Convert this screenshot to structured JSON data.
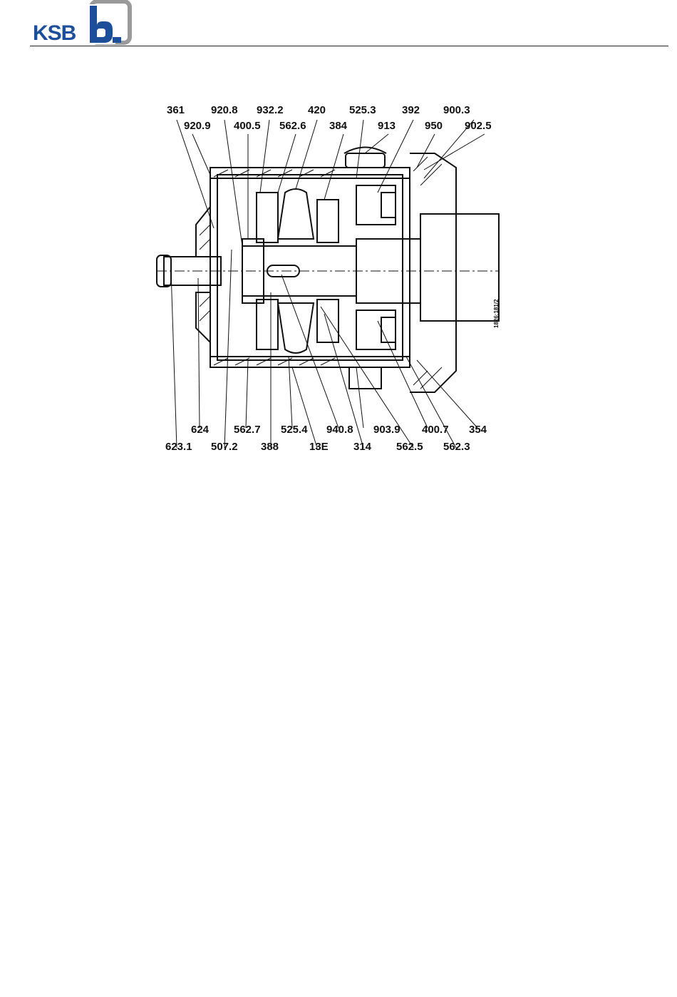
{
  "header": {
    "brand_text": "KSB",
    "brand_color": "#1c4e9a",
    "mark_gray": "#9a9a9a"
  },
  "figure": {
    "drawing_code": "1826:181/2",
    "labels_top_row1": [
      "361",
      "920.8",
      "932.2",
      "420",
      "525.3",
      "392",
      "900.3"
    ],
    "labels_top_row2": [
      "920.9",
      "400.5",
      "562.6",
      "384",
      "913",
      "950",
      "902.5"
    ],
    "labels_bottom_row1": [
      "624",
      "562.7",
      "525.4",
      "940.8",
      "903.9",
      "400.7",
      "354"
    ],
    "labels_bottom_row2": [
      "623.1",
      "507.2",
      "388",
      "13E",
      "314",
      "562.5",
      "562.3"
    ]
  }
}
